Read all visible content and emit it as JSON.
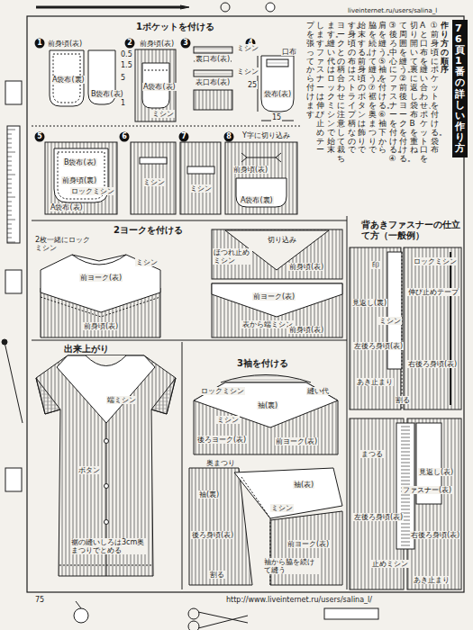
{
  "diagram": {
    "title": "76頁1番の詳しい作り方",
    "nodes": [
      {
        "text": [
          "1"
        ]
      },
      {
        "text": [
          "2"
        ]
      },
      {
        "text": [
          "3"
        ]
      },
      {
        "text": [
          "4"
        ]
      },
      {
        "text": [
          "5"
        ]
      },
      {
        "text": [
          "6"
        ]
      },
      {
        "text": [
          "7"
        ]
      },
      {
        "text": [
          "8"
        ]
      }
    ],
    "labels": [
      "1ポケットを付ける",
      "前身頃(表)",
      "A袋布(裏)",
      "B袋布(表)",
      "0.5",
      "1.5",
      "5",
      "1",
      "前身頃(表)",
      "A袋布(表)",
      "ミシン",
      "ミシン",
      "裏口布(表)",
      "ミシン",
      "表口布(表)",
      "口布",
      "25",
      "15",
      "袋布(表)",
      "B袋布(表)",
      "前身頃(裏)",
      "ロックミシン",
      "A袋布(表)",
      "ミシン",
      "ミシン",
      "Y字に切り込み",
      "前身頃(表)",
      "A袋布(裏)",
      "2ヨークを付ける",
      "2枚一緒にロックミシン",
      "ミシン",
      "前ヨーク(表)",
      "前身頃(表)",
      "切り込み",
      "ほつれ止めミシン",
      "前身頃(表)",
      "前ヨーク(表)",
      "表から端ミシン",
      "前身頃(表)",
      "出来上がり",
      "端ミシン",
      "ボタン",
      "裾の縫いしろは3cm奥まつりでとめる",
      "3袖を付ける",
      "ロックミシン",
      "縫い代",
      "袖(裏)",
      "ミシン",
      "後ろヨーク(表)",
      "前ヨーク(表)",
      "奥まつり",
      "袖(裏)",
      "後ろ身頃(表)",
      "袖(表)",
      "ミシン",
      "前ヨーク(表)",
      "袖から脇を続けて縫う",
      "割る",
      "背あきファスナーの仕立て方（一般例）",
      "印",
      "ロックミシン",
      "伸び止めテープ",
      "見返し(裏)",
      "ミシン",
      "左後ろ身頃(表)",
      "右後ろ身頃(表)",
      "あき止まり",
      "割る",
      "見返し(表)",
      "まつる",
      "ファスナー(表)",
      "左後ろ身頃(表)",
      "右後ろ身頃(表)",
      "止めミシン",
      "あき止まり",
      "75",
      "http://www.liveinternet.ru/users/salina_l/",
      "liveinternet.ru/users/salina_l",
      "作り方の順序",
      "①前身頃にポケットを付ける。袋布",
      "Aと口布を縫い合わせ、ポケット口を",
      "切り開いて裏に返し、袋布Bを重ね",
      "て周囲を縫う。②前後ヨークを付ける。",
      "③後ろ中心にファスナーを付ける。④",
      "肩を縫う。⑤袖を付ける。⑥袖下から",
      "脇を続けて縫う。⑦裾を奥まつりで",
      "始末する。前身頃のボタンは飾りで",
      "す。身頃の布はストライプ柄なので",
      "ヨークとの柄合わせに注意して裁ち",
      "ます。縫い代はロックミシンで始末",
      "します。ファスナーは伸び止めテー",
      "プを張ってから付けます。"
    ]
  }
}
